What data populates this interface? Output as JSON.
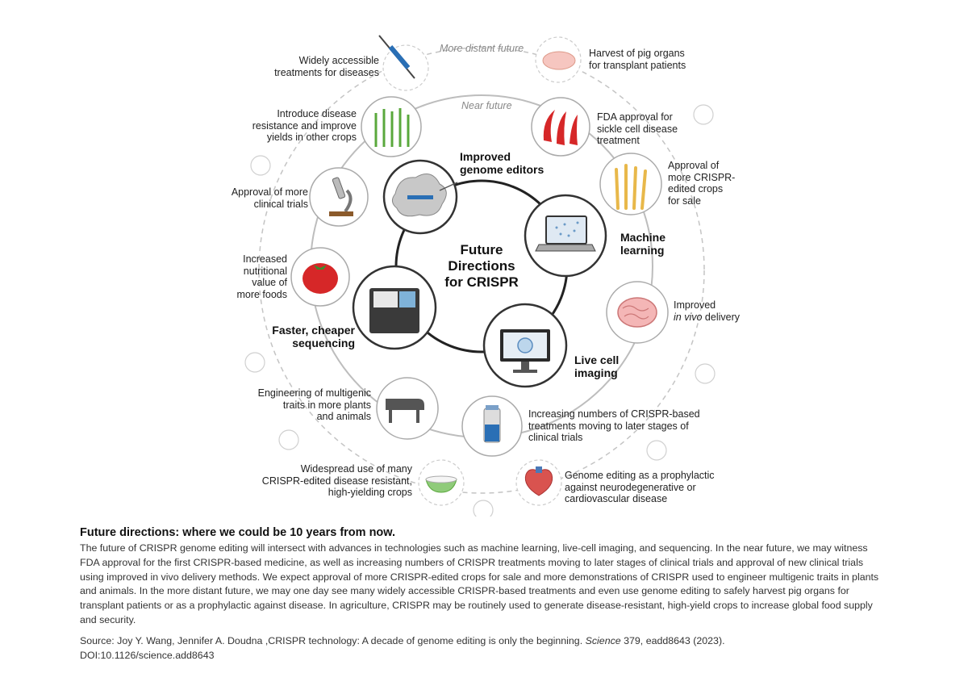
{
  "diagram": {
    "center_title": [
      "Future",
      "Directions",
      "for CRISPR"
    ],
    "ring_labels": {
      "near": "Near future",
      "distant": "More distant future"
    },
    "technologies": {
      "genome_editors": [
        "Improved",
        "genome editors"
      ],
      "machine_learning": [
        "Machine",
        "learning"
      ],
      "live_cell_imaging": [
        "Live cell",
        "imaging"
      ],
      "sequencing": [
        "Faster, cheaper",
        "sequencing"
      ]
    },
    "near_future": {
      "fda_approval": [
        "FDA approval for",
        "sickle cell disease",
        "treatment"
      ],
      "crops_for_sale": [
        "Approval of",
        "more CRISPR-",
        "edited crops",
        "for sale"
      ],
      "in_vivo": [
        "Improved",
        "in vivo",
        "delivery"
      ],
      "later_trials": [
        "Increasing numbers of CRISPR-based",
        "treatments moving to later stages of",
        "clinical trials"
      ],
      "multigenic": [
        "Engineering of multigenic",
        "traits in more plants",
        "and animals"
      ],
      "nutritional": [
        "Increased",
        "nutritional",
        "value of",
        "more foods"
      ],
      "clinical_trials": [
        "Approval of more",
        "clinical trials"
      ],
      "disease_resistance": [
        "Introduce disease",
        "resistance and improve",
        "yields in other crops"
      ]
    },
    "distant_future": {
      "treatments": [
        "Widely accessible",
        "treatments for diseases"
      ],
      "pig_organs": [
        "Harvest of pig organs",
        "for transplant patients"
      ],
      "prophylactic": [
        "Genome editing as a prophylactic",
        "against neurodegenerative or",
        "cardiovascular disease"
      ],
      "widespread_crops": [
        "Widespread use of many",
        "CRISPR-edited disease resistant,",
        "high-yielding crops"
      ]
    },
    "colors": {
      "ring_inner": "#222222",
      "ring_dashed": "#bbbbbb",
      "accent_red": "#d62728",
      "accent_blue": "#2a6fb5",
      "wheat": "#e8b84a",
      "grass": "#5aa83c"
    }
  },
  "caption": {
    "title": "Future directions: where we could be 10 years from now.",
    "body": "The future of CRISPR genome editing will intersect with advances in technologies such as machine learning, live-cell imaging, and sequencing. In the near future, we may witness FDA approval for the first CRISPR-based medicine, as well as increasing numbers of CRISPR treatments moving to later stages of clinical trials and approval of new clinical trials using improved in vivo delivery methods. We expect approval of more CRISPR-edited crops for sale and more demonstrations of CRISPR used to engineer multigenic traits in plants and animals. In the more distant future, we may one day see many widely accessible CRISPR-based treatments and even use genome editing to safely harvest pig organs for transplant patients or as a prophylactic against disease. In agriculture, CRISPR may be routinely used to generate disease-resistant, high-yield crops to increase global food supply and security.",
    "source_prefix": "Source: Joy Y. Wang, Jennifer A. Doudna ,CRISPR technology: A decade of genome editing is only the beginning. ",
    "source_journal": "Science",
    "source_suffix": " 379, eadd8643 (2023).",
    "doi": "DOI:10.1126/science.add8643"
  }
}
